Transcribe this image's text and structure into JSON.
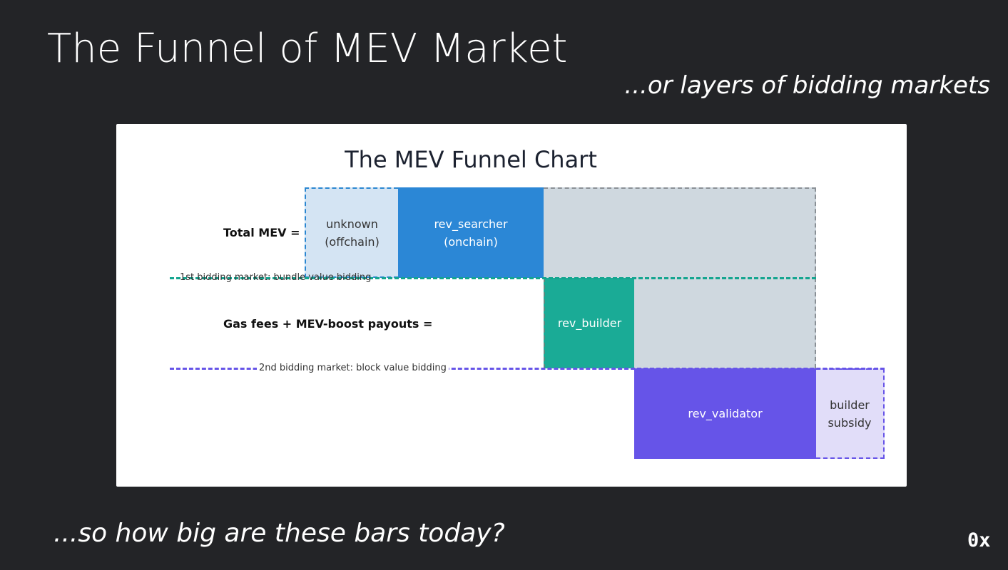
{
  "slide": {
    "title": "The Funnel of MEV Market",
    "subtitle": "...or layers of bidding markets",
    "bottom_text": "...so how big are these bars today?",
    "logo": "0x"
  },
  "diagram": {
    "title": "The MEV Funnel Chart",
    "row_labels": {
      "total_mev": "Total MEV =",
      "gas_fees": "Gas fees + MEV-boost payouts ="
    },
    "markets": {
      "first": "1st bidding market: bundle value bidding",
      "second": "2nd bidding market: block value bidding"
    },
    "boxes": {
      "unknown": {
        "line1": "unknown",
        "line2": "(offchain)",
        "color": "#d4e4f3"
      },
      "rev_searcher": {
        "line1": "rev_searcher",
        "line2": "(onchain)",
        "color": "#2b87d6"
      },
      "rev_builder": {
        "label": "rev_builder",
        "color": "#1aab96"
      },
      "rev_validator": {
        "label": "rev_validator",
        "color": "#6654e8"
      },
      "builder_subsidy": {
        "line1": "builder",
        "line2": "subsidy",
        "color": "#e1ddf9"
      }
    },
    "colors": {
      "gray": "#cfd8df",
      "teal_line": "#13a58f",
      "purple_line": "#6654e8"
    }
  }
}
